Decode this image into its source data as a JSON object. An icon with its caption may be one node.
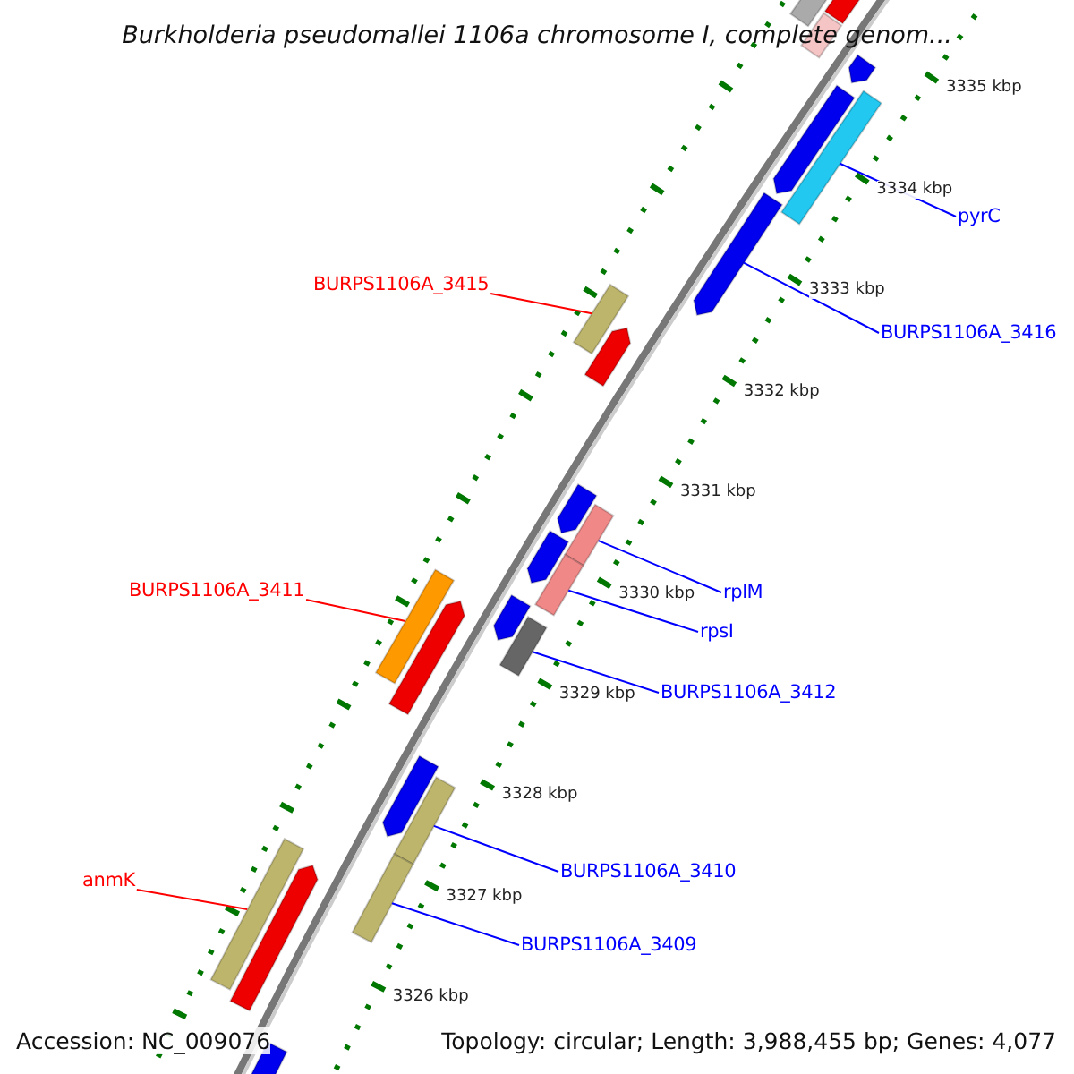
{
  "diagram": {
    "title": "Burkholderia pseudomallei 1106a chromosome I, complete genom...",
    "nodes": [
      {
        "text": [
          "pyrC"
        ]
      },
      {
        "text": [
          "BURPS1106A_3415"
        ]
      },
      {
        "text": [
          "BURPS1106A_3416"
        ]
      },
      {
        "text": [
          "BURPS1106A_3411"
        ]
      },
      {
        "text": [
          "rplM"
        ]
      },
      {
        "text": [
          "rpsI"
        ]
      },
      {
        "text": [
          "BURPS1106A_3412"
        ]
      },
      {
        "text": [
          "BURPS1106A_3410"
        ]
      },
      {
        "text": [
          "anmK"
        ]
      },
      {
        "text": [
          "BURPS1106A_3409"
        ]
      },
      {
        "text": [],
        "shape": "bar"
      },
      {
        "text": [],
        "shape": "bar"
      },
      {
        "text": [],
        "shape": "bar"
      },
      {
        "text": [],
        "shape": "bar"
      },
      {
        "text": [],
        "shape": "bar"
      },
      {
        "text": [],
        "shape": "bar"
      },
      {
        "text": [],
        "shape": "bar"
      },
      {
        "text": [],
        "shape": "bar"
      },
      {
        "text": [],
        "shape": "bar"
      },
      {
        "text": [],
        "shape": "bar"
      },
      {
        "text": [],
        "shape": "bar"
      },
      {
        "text": [],
        "shape": "bar"
      },
      {
        "text": [],
        "shape": "bar"
      },
      {
        "text": [],
        "shape": "bar"
      },
      {
        "text": [],
        "shape": "bar"
      },
      {
        "text": [],
        "shape": "bar"
      },
      {
        "text": [],
        "shape": "bar"
      },
      {
        "text": [],
        "shape": "bar"
      },
      {
        "text": [],
        "shape": "bar"
      },
      {
        "text": [],
        "shape": "bar"
      },
      {
        "text": [],
        "shape": "bar"
      },
      {
        "text": [],
        "shape": "bar"
      },
      {
        "text": [],
        "shape": "bar"
      }
    ],
    "edges": [
      {
        "from": 0,
        "to": 10,
        "arrow": "none"
      },
      {
        "from": 1,
        "to": 11,
        "arrow": "none",
        "color": "#ff0000"
      },
      {
        "from": 2,
        "to": 12,
        "arrow": "none"
      },
      {
        "from": 3,
        "to": 13,
        "arrow": "none",
        "color": "#ff0000"
      },
      {
        "from": 4,
        "to": 14,
        "arrow": "none"
      },
      {
        "from": 5,
        "to": 15,
        "arrow": "none"
      },
      {
        "from": 6,
        "to": 16,
        "arrow": "none"
      },
      {
        "from": 7,
        "to": 17,
        "arrow": "none"
      },
      {
        "from": 8,
        "to": 18,
        "arrow": "none",
        "color": "#ff0000"
      },
      {
        "from": 9,
        "to": 19,
        "arrow": "none"
      }
    ],
    "labels": [
      "3335 kbp",
      "3334 kbp",
      "3333 kbp",
      "3332 kbp",
      "3331 kbp",
      "3330 kbp",
      "3329 kbp",
      "3328 kbp",
      "3327 kbp",
      "3326 kbp",
      "Accession: NC_009076",
      "Topology: circular; Length: 3,988,455 bp; Genes: 4,077"
    ]
  }
}
